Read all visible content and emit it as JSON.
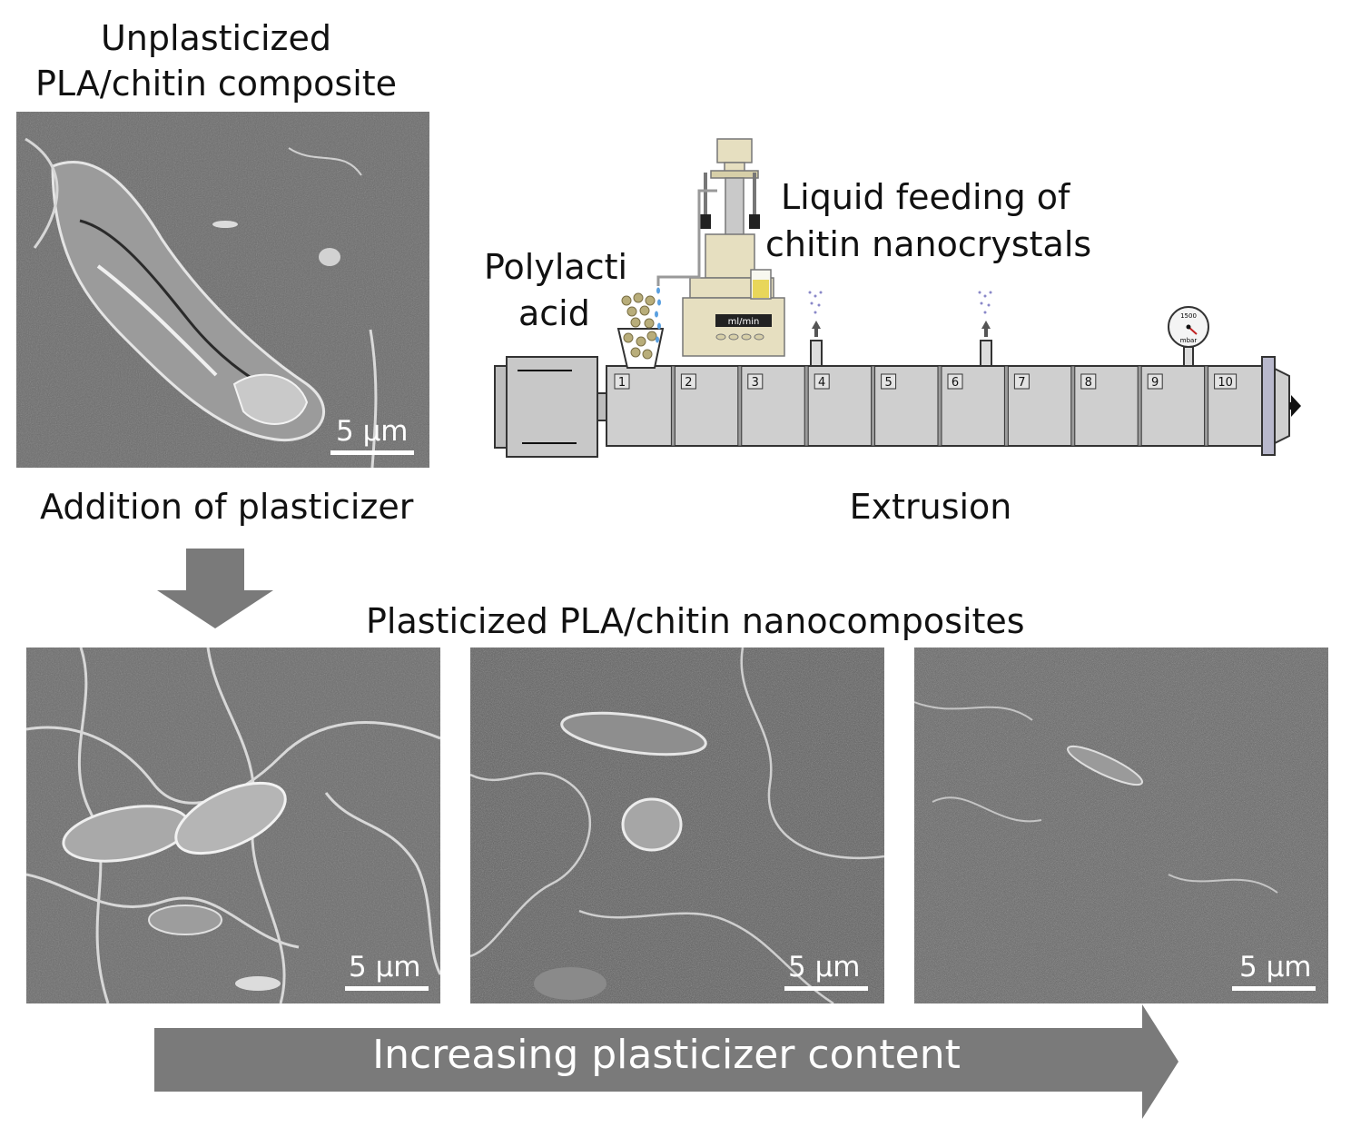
{
  "top_left": {
    "title_line1": "Unplasticized",
    "title_line2": "PLA/chitin composite",
    "scalebar": "5 μm"
  },
  "extrusion": {
    "pla_line1": "Polylacti",
    "pla_line2": "acid",
    "liquid_line1": "Liquid feeding of",
    "liquid_line2": "chitin nanocrystals",
    "pump_display": "ml/min",
    "gauge_top": "1500",
    "gauge_unit": "mbar",
    "zones": [
      "1",
      "2",
      "3",
      "4",
      "5",
      "6",
      "7",
      "8",
      "9",
      "10"
    ],
    "caption": "Extrusion"
  },
  "addition_label": "Addition of plasticizer",
  "plasticized_title": "Plasticized PLA/chitin nanocomposites",
  "panels": [
    {
      "scalebar": "5 μm"
    },
    {
      "scalebar": "5 μm"
    },
    {
      "scalebar": "5 μm"
    }
  ],
  "trend_label": "Increasing plasticizer content",
  "colors": {
    "sem_gray": "#6a6a6a",
    "arrow_gray": "#7a7a7a",
    "barrel_fill": "#cfcfcf",
    "pump_beige": "#e6dfc0"
  }
}
